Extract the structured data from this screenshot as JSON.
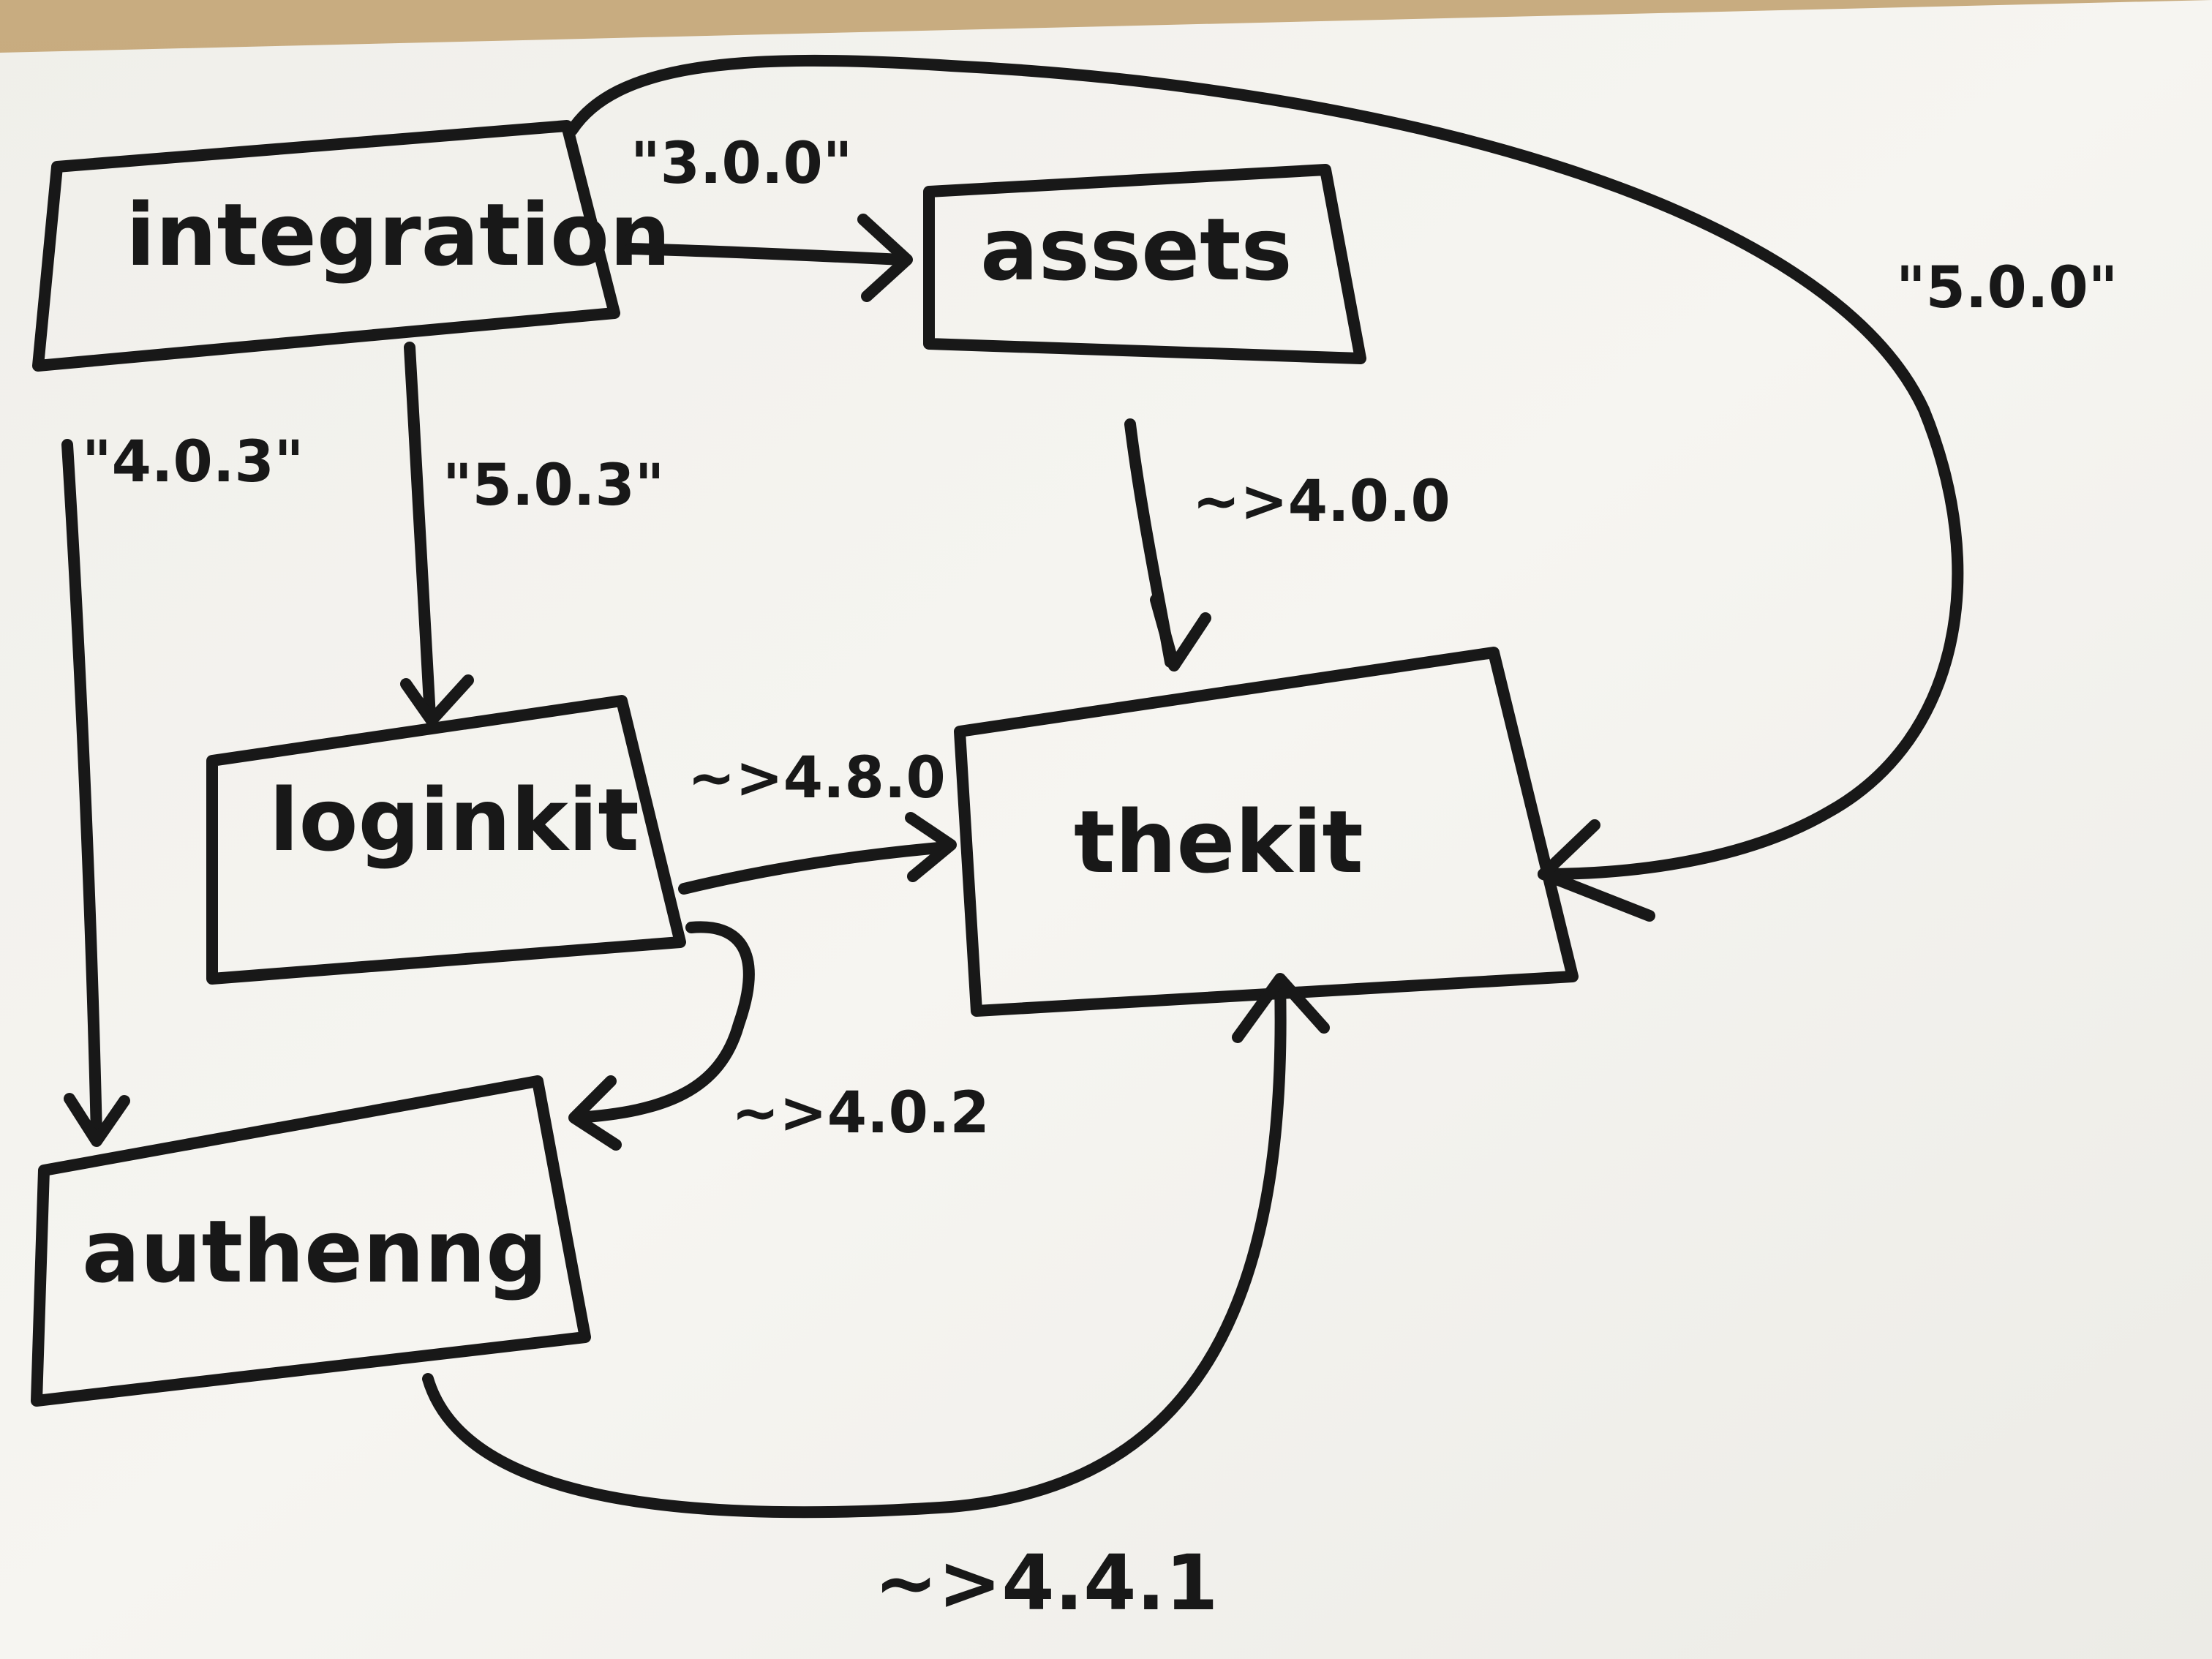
{
  "nodes": {
    "integration": {
      "label": "integration"
    },
    "assets": {
      "label": "assets"
    },
    "loginkit": {
      "label": "loginkit"
    },
    "thekit": {
      "label": "thekit"
    },
    "authenng": {
      "label": "authenng"
    }
  },
  "edges": {
    "integration_assets": {
      "label": "\"3.0.0\""
    },
    "integration_thekit": {
      "label": "\"5.0.0\""
    },
    "integration_authenng": {
      "label": "\"4.0.3\""
    },
    "integration_loginkit": {
      "label": "\"5.0.3\""
    },
    "assets_thekit": {
      "label": "~>4.0.0"
    },
    "loginkit_thekit": {
      "label": "~>4.8.0"
    },
    "loginkit_authenng": {
      "label": "~>4.0.2"
    },
    "authenng_thekit": {
      "label": "~>4.4.1"
    }
  },
  "colors": {
    "ink": "#181818",
    "paper": "#f4f3ef",
    "desk": "#bfa276"
  }
}
